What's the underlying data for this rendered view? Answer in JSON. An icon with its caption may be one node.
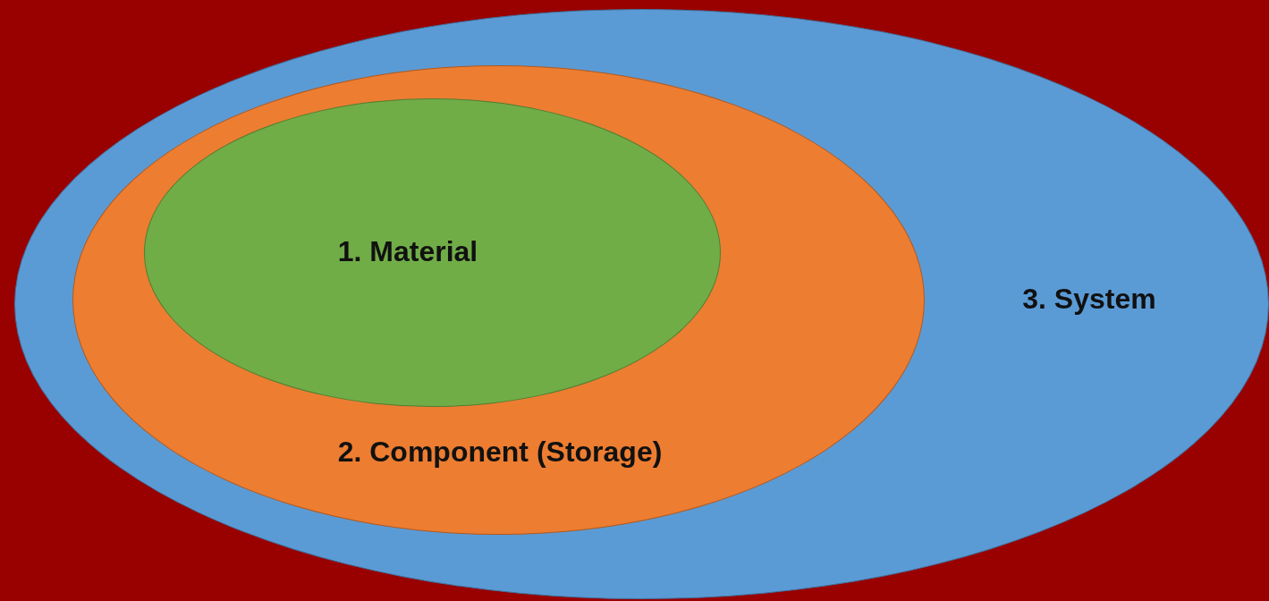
{
  "diagram": {
    "nodes": [
      {
        "text": [
          "3. System"
        ]
      },
      {
        "text": [
          "2. Component (Storage)"
        ],
        "in": 0
      },
      {
        "text": [
          "1. Material"
        ],
        "in": 1
      }
    ]
  }
}
